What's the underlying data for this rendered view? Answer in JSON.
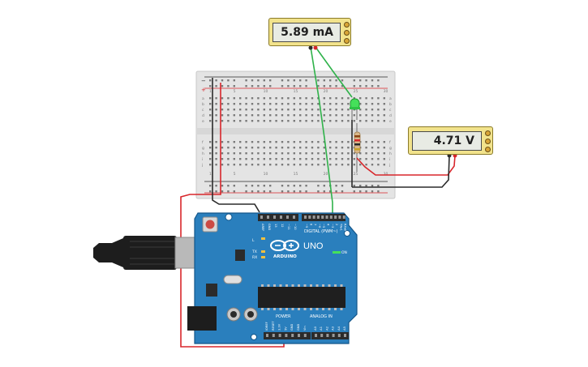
{
  "canvas": {
    "background": "#ffffff"
  },
  "ammeter": {
    "reading": "5.89 mA"
  },
  "voltmeter": {
    "reading": "4.71 V"
  },
  "arduino": {
    "board_name": "ARDUINO",
    "model": "UNO",
    "header_digital": "DIGITAL (PWM~)",
    "header_power": "POWER",
    "header_analog": "ANALOG IN",
    "on_label": "ON",
    "top_pins": [
      "AREF",
      "GND",
      "13",
      "12",
      "~11",
      "~10",
      "~9",
      "8",
      "7",
      "~6",
      "~5",
      "4",
      "~3",
      "2",
      "TX▸1",
      "RX◂0"
    ],
    "power_pins": [
      "IOREF",
      "RESET",
      "3.3V",
      "5V",
      "GND",
      "GND",
      "Vin"
    ],
    "analog_pins": [
      "A0",
      "A1",
      "A2",
      "A3",
      "A4",
      "A5"
    ],
    "led_labels": [
      "L",
      "TX",
      "RX"
    ]
  },
  "breadboard": {
    "row_numbers": [
      "1",
      "5",
      "10",
      "15",
      "20",
      "25",
      "30"
    ],
    "column_letters": [
      "a",
      "b",
      "c",
      "d",
      "e",
      "f",
      "g",
      "h",
      "i",
      "j"
    ]
  },
  "colors": {
    "board_blue": "#2a7fbd",
    "board_dark": "#13568a",
    "breadboard": "#e4e4e4",
    "meter_body": "#f2e38c",
    "meter_screen": "#e8ebe4",
    "wire_red": "#d8262b",
    "wire_black": "#2b2b2b",
    "wire_green": "#2fb24a",
    "led_green": "#45e05a",
    "usb_black": "#1d1d1d",
    "usb_grey": "#b9b9b9"
  }
}
